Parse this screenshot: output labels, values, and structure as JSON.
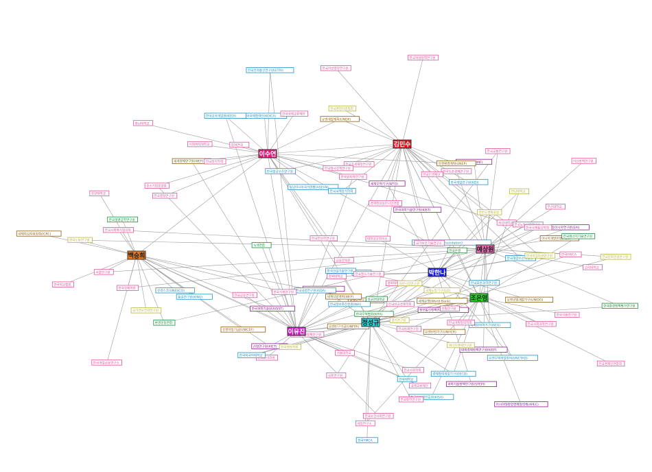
{
  "colors": {
    "edge": "#9a9a9a",
    "categories": {
      "pink": "#e0509a",
      "blue": "#1f8fbf",
      "olive": "#b7b63a",
      "green": "#1b8a3a",
      "purple": "#8a1a8a",
      "brown": "#8a5a10"
    }
  },
  "hubs": [
    {
      "id": "h1",
      "label": "이수연",
      "fill": "#e8177a",
      "text": "#ffffff"
    },
    {
      "id": "h2",
      "label": "김민수",
      "fill": "#e2101a",
      "text": "#ffffff"
    },
    {
      "id": "h3",
      "label": "백승희",
      "fill": "#f07818",
      "text": "#1a1a1a"
    },
    {
      "id": "h4",
      "label": "이유진",
      "fill": "#d018c8",
      "text": "#ffffff"
    },
    {
      "id": "h5",
      "label": "정성규",
      "fill": "#22dcdc",
      "text": "#1a1a1a"
    },
    {
      "id": "h6",
      "label": "예상원",
      "fill": "#ee70b8",
      "text": "#1a1a1a"
    },
    {
      "id": "h7",
      "label": "박한나",
      "fill": "#1818e8",
      "text": "#ffffff"
    },
    {
      "id": "h8",
      "label": "조은영",
      "fill": "#22dd22",
      "text": "#1a1a1a"
    }
  ],
  "leaves": [
    {
      "label": "세계경제연구원(WEF)",
      "cat": "brown"
    },
    {
      "label": "한국개발연구원(KDI)",
      "cat": "blue"
    },
    {
      "label": "한국외교협회",
      "cat": "pink"
    },
    {
      "label": "국제교류재단",
      "cat": "pink"
    },
    {
      "label": "한국경제연구원(KERI)",
      "cat": "purple"
    },
    {
      "label": "대외경제정책연구원(KIEP)",
      "cat": "purple"
    },
    {
      "label": "아시아재단(The Asia Foundation)",
      "cat": "blue"
    },
    {
      "label": "세계은행(World Bank)",
      "cat": "brown"
    },
    {
      "label": "한국국제협력단(KOICA)",
      "cat": "blue"
    },
    {
      "label": "유엔개발계획(UNDP)",
      "cat": "brown"
    },
    {
      "label": "유네스코(UNESCO)",
      "cat": "blue"
    },
    {
      "label": "국제노동기구(ILO)",
      "cat": "olive"
    },
    {
      "label": "경제협력개발기구(OECD)",
      "cat": "blue"
    },
    {
      "label": "아시아개발은행(ADB)",
      "cat": "brown"
    },
    {
      "label": "한국무역협회(KITA)",
      "cat": "green"
    },
    {
      "label": "한국은행",
      "cat": "green"
    },
    {
      "label": "금융감독원",
      "cat": "pink"
    },
    {
      "label": "한국조세재정연구원",
      "cat": "pink"
    },
    {
      "label": "한국노동연구원",
      "cat": "olive"
    },
    {
      "label": "한국보건사회연구원",
      "cat": "pink"
    },
    {
      "label": "국토연구원",
      "cat": "pink"
    },
    {
      "label": "한국환경정책평가연구원",
      "cat": "green"
    },
    {
      "label": "과학기술정책연구원(STEPI)",
      "cat": "purple"
    },
    {
      "label": "정보통신정책연구원(KISDI)",
      "cat": "purple"
    },
    {
      "label": "한국교육개발원(KEDI)",
      "cat": "blue"
    },
    {
      "label": "한국여성정책연구원",
      "cat": "pink"
    },
    {
      "label": "통일연구원(KINU)",
      "cat": "blue"
    },
    {
      "label": "산업연구원(KIET)",
      "cat": "purple"
    },
    {
      "label": "에너지경제연구원",
      "cat": "olive"
    },
    {
      "label": "한국농촌경제연구원",
      "cat": "pink"
    },
    {
      "label": "한국해양수산개발원",
      "cat": "blue"
    },
    {
      "label": "한국법제연구원",
      "cat": "pink"
    },
    {
      "label": "한국행정연구원",
      "cat": "pink"
    },
    {
      "label": "한국형사정책연구원",
      "cat": "pink"
    },
    {
      "label": "국가안보전략연구원",
      "cat": "olive"
    },
    {
      "label": "한국국방연구원(KIDA)",
      "cat": "blue"
    },
    {
      "label": "세종연구소",
      "cat": "pink"
    },
    {
      "label": "아산정책연구원",
      "cat": "pink"
    },
    {
      "label": "동아시아연구원(EAI)",
      "cat": "purple"
    },
    {
      "label": "한반도평화포럼",
      "cat": "olive"
    },
    {
      "label": "참여연대",
      "cat": "pink"
    },
    {
      "label": "경제정의실천시민연합",
      "cat": "pink"
    },
    {
      "label": "환경운동연합",
      "cat": "green"
    },
    {
      "label": "녹색연합",
      "cat": "green"
    },
    {
      "label": "한국YMCA",
      "cat": "blue"
    },
    {
      "label": "한국YWCA",
      "cat": "pink"
    },
    {
      "label": "대한상공회의소",
      "cat": "pink"
    },
    {
      "label": "전국경제인연합회",
      "cat": "pink"
    },
    {
      "label": "중소기업중앙회",
      "cat": "pink"
    },
    {
      "label": "한국경영자총협회",
      "cat": "olive"
    },
    {
      "label": "유엔아동기금(UNICEF)",
      "cat": "brown"
    },
    {
      "label": "세계보건기구(WHO)",
      "cat": "brown"
    },
    {
      "label": "유엔난민기구(UNHCR)",
      "cat": "brown"
    },
    {
      "label": "국제통화기금(IMF)",
      "cat": "purple"
    },
    {
      "label": "세계무역기구(WTO)",
      "cat": "purple"
    },
    {
      "label": "아시아태평양경제협력체(APEC)",
      "cat": "purple"
    },
    {
      "label": "동남아시아국가연합(ASEAN)",
      "cat": "blue"
    },
    {
      "label": "유엔환경계획(UNEP)",
      "cat": "brown"
    },
    {
      "label": "국제적십자위원회(ICRC)",
      "cat": "brown"
    },
    {
      "label": "세계식량계획(WFP)",
      "cat": "brown"
    },
    {
      "label": "유엔인구기금(UNFPA)",
      "cat": "brown"
    },
    {
      "label": "국제원자력기구(IAEA)",
      "cat": "blue"
    },
    {
      "label": "유엔공업개발기구(UNIDO)",
      "cat": "brown"
    },
    {
      "label": "유엔무역개발회의(UNCTAD)",
      "cat": "blue"
    },
    {
      "label": "한국국제교류재단",
      "cat": "pink"
    },
    {
      "label": "한국인권재단",
      "cat": "pink"
    },
    {
      "label": "한국사회복지협의회",
      "cat": "pink"
    },
    {
      "label": "한국소비자원",
      "cat": "pink"
    },
    {
      "label": "한국청소년정책연구원",
      "cat": "pink"
    },
    {
      "label": "한국문화관광연구원",
      "cat": "olive"
    },
    {
      "label": "한국정보화진흥원(NIA)",
      "cat": "blue"
    },
    {
      "label": "한국인터넷진흥원(KISA)",
      "cat": "blue"
    },
    {
      "label": "한국전자통신연구원(ETRI)",
      "cat": "blue"
    },
    {
      "label": "한국과학기술연구원(KIST)",
      "cat": "purple"
    },
    {
      "label": "한국과학기술원(KAIST)",
      "cat": "purple"
    },
    {
      "label": "서울대학교",
      "cat": "pink"
    },
    {
      "label": "연세대학교",
      "cat": "blue"
    },
    {
      "label": "고려대학교",
      "cat": "pink"
    },
    {
      "label": "성균관대학교",
      "cat": "green"
    },
    {
      "label": "한양대학교",
      "cat": "blue"
    },
    {
      "label": "이화여자대학교",
      "cat": "pink"
    },
    {
      "label": "서강대학교",
      "cat": "pink"
    },
    {
      "label": "중앙대학교",
      "cat": "pink"
    },
    {
      "label": "경희대학교",
      "cat": "pink"
    },
    {
      "label": "한국외국어대학교",
      "cat": "blue"
    },
    {
      "label": "부산대학교",
      "cat": "pink"
    },
    {
      "label": "경북대학교",
      "cat": "pink"
    },
    {
      "label": "전남대학교",
      "cat": "olive"
    },
    {
      "label": "충남대학교",
      "cat": "pink"
    },
    {
      "label": "한국지방행정연구원",
      "cat": "pink"
    },
    {
      "label": "서울연구원",
      "cat": "pink"
    },
    {
      "label": "경기연구원",
      "cat": "olive"
    },
    {
      "label": "한국건설기술연구원",
      "cat": "blue"
    },
    {
      "label": "한국교통연구원",
      "cat": "pink"
    },
    {
      "label": "한국철도기술연구원",
      "cat": "pink"
    },
    {
      "label": "한국에너지기술연구원",
      "cat": "green"
    },
    {
      "label": "한국원자력연구원",
      "cat": "pink"
    },
    {
      "label": "한국항공우주연구원",
      "cat": "blue"
    },
    {
      "label": "한국생명공학연구원",
      "cat": "green"
    },
    {
      "label": "한국기계연구원",
      "cat": "pink"
    },
    {
      "label": "한국화학연구원",
      "cat": "pink"
    },
    {
      "label": "한국표준과학연구원",
      "cat": "blue"
    },
    {
      "label": "한국지질자원연구원",
      "cat": "olive"
    },
    {
      "label": "한국식품연구원",
      "cat": "pink"
    },
    {
      "label": "한국한의학연구원",
      "cat": "pink"
    },
    {
      "label": "국가보안기술연구소",
      "cat": "pink"
    },
    {
      "label": "한국개발금융연구소",
      "cat": "pink"
    },
    {
      "label": "한국금융연구원",
      "cat": "pink"
    },
    {
      "label": "자본시장연구원",
      "cat": "olive"
    },
    {
      "label": "보험연구원",
      "cat": "pink"
    },
    {
      "label": "한국노동사회연구소",
      "cat": "pink"
    },
    {
      "label": "한국사회과학연구원",
      "cat": "pink"
    },
    {
      "label": "한국정치학회",
      "cat": "pink"
    },
    {
      "label": "한국국제정치학회",
      "cat": "blue"
    },
    {
      "label": "한국경제학회",
      "cat": "pink"
    },
    {
      "label": "한국사회학회",
      "cat": "pink"
    },
    {
      "label": "한국행정학회",
      "cat": "olive"
    },
    {
      "label": "한국국제통상학회",
      "cat": "pink"
    },
    {
      "label": "한국비교경제학회",
      "cat": "pink"
    },
    {
      "label": "한국개발협력학회",
      "cat": "pink"
    }
  ]
}
